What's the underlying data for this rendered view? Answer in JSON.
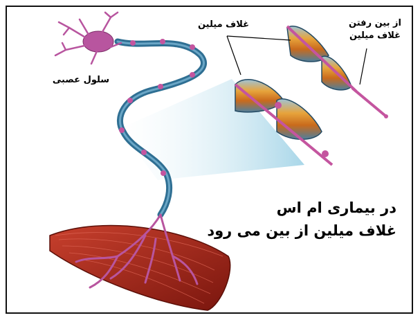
{
  "labels": {
    "nerve_cell": "سلول عصبی",
    "myelin_sheath": "غلاف میلین",
    "loss_of_myelin_line1": "از بین رفتن",
    "loss_of_myelin_line2": "غلاف میلین"
  },
  "caption": {
    "line1": "در بیماری ام اس",
    "line2": "غلاف میلین از بین می رود"
  },
  "colors": {
    "neuron": "#b8559f",
    "axon_sheath": "#2f6f93",
    "myelin_orange": "#e08a2a",
    "muscle": "#a0281c",
    "zoom_cone": "#bfe3f0"
  }
}
